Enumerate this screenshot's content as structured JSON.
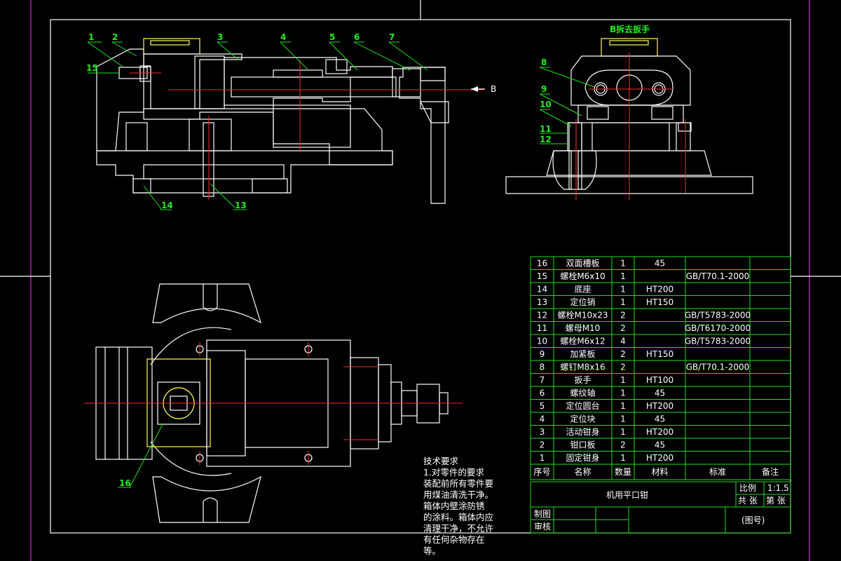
{
  "view_label": "B拆去扳手",
  "arrow_label": "B",
  "callouts_top": [
    "1",
    "2",
    "3",
    "4",
    "5",
    "6",
    "7",
    "15",
    "14",
    "13"
  ],
  "callouts_side": [
    "8",
    "9",
    "10",
    "11",
    "12"
  ],
  "callout_bottom": "16",
  "notes": {
    "title": "技术要求",
    "lines": [
      "1.对零件的要求",
      "装配前所有零件要",
      "用煤油清洗干净。",
      "箱体内壁涂防锈",
      "的涂料。箱体内应",
      "清理干净，不允许",
      "有任何杂物存在",
      "等。"
    ]
  },
  "parts": [
    {
      "no": "16",
      "name": "双面槽板",
      "qty": "1",
      "material": "45",
      "standard": "",
      "remark": ""
    },
    {
      "no": "15",
      "name": "螺栓M6x10",
      "qty": "1",
      "material": "",
      "standard": "GB/T70.1-2000",
      "remark": ""
    },
    {
      "no": "14",
      "name": "底座",
      "qty": "1",
      "material": "HT200",
      "standard": "",
      "remark": ""
    },
    {
      "no": "13",
      "name": "定位销",
      "qty": "1",
      "material": "HT150",
      "standard": "",
      "remark": ""
    },
    {
      "no": "12",
      "name": "螺栓M10x23",
      "qty": "2",
      "material": "",
      "standard": "GB/T5783-2000",
      "remark": ""
    },
    {
      "no": "11",
      "name": "螺母M10",
      "qty": "2",
      "material": "",
      "standard": "GB/T6170-2000",
      "remark": ""
    },
    {
      "no": "10",
      "name": "螺栓M6x12",
      "qty": "4",
      "material": "",
      "standard": "GB/T5783-2000",
      "remark": ""
    },
    {
      "no": "9",
      "name": "加紧板",
      "qty": "2",
      "material": "HT150",
      "standard": "",
      "remark": ""
    },
    {
      "no": "8",
      "name": "螺钉M8x16",
      "qty": "2",
      "material": "",
      "standard": "GB/T70.1-2000",
      "remark": ""
    },
    {
      "no": "7",
      "name": "扳手",
      "qty": "1",
      "material": "HT100",
      "standard": "",
      "remark": ""
    },
    {
      "no": "6",
      "name": "螺纹轴",
      "qty": "1",
      "material": "45",
      "standard": "",
      "remark": ""
    },
    {
      "no": "5",
      "name": "定位圆台",
      "qty": "1",
      "material": "HT200",
      "standard": "",
      "remark": ""
    },
    {
      "no": "4",
      "name": "定位块",
      "qty": "1",
      "material": "45",
      "standard": "",
      "remark": ""
    },
    {
      "no": "3",
      "name": "活动钳身",
      "qty": "1",
      "material": "HT200",
      "standard": "",
      "remark": ""
    },
    {
      "no": "2",
      "name": "钳口板",
      "qty": "2",
      "material": "45",
      "standard": "",
      "remark": ""
    },
    {
      "no": "1",
      "name": "固定钳身",
      "qty": "1",
      "material": "HT200",
      "standard": "",
      "remark": ""
    }
  ],
  "table_header": {
    "no": "序号",
    "name": "名称",
    "qty": "数量",
    "material": "材料",
    "standard": "标准",
    "remark": "备注"
  },
  "title_block": {
    "title": "机用平口钳",
    "scale_label": "比例",
    "scale_value": "1:1.5",
    "total_sheets": "共 张",
    "sheet_no": "第 张",
    "drawn_label": "制图",
    "checked_label": "审核",
    "drawing_no": "(图号)"
  }
}
